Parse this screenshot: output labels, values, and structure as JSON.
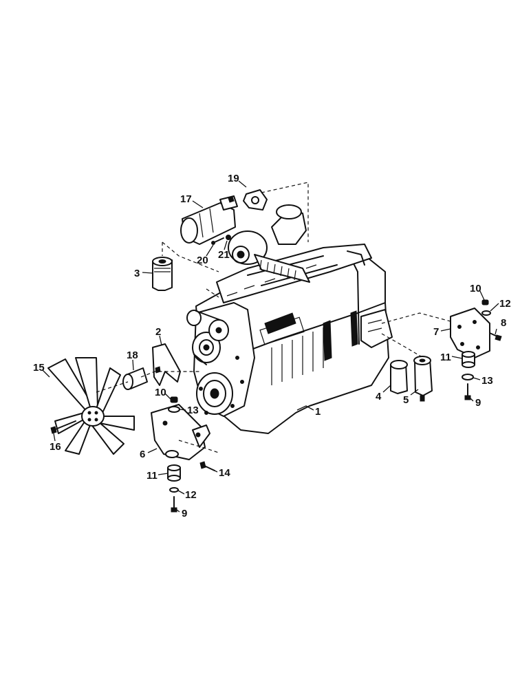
{
  "diagram": {
    "callouts": {
      "c1": "1",
      "c2": "2",
      "c3": "3",
      "c4": "4",
      "c5": "5",
      "c6": "6",
      "c7": "7",
      "c8": "8",
      "c9_left": "9",
      "c9_right": "9",
      "c10_left": "10",
      "c10_right": "10",
      "c11_left": "11",
      "c11_right": "11",
      "c12_left": "12",
      "c12_right": "12",
      "c13_left": "13",
      "c13_right": "13",
      "c14": "14",
      "c15": "15",
      "c16": "16",
      "c17": "17",
      "c18": "18",
      "c19": "19",
      "c20": "20",
      "c21": "21"
    }
  }
}
